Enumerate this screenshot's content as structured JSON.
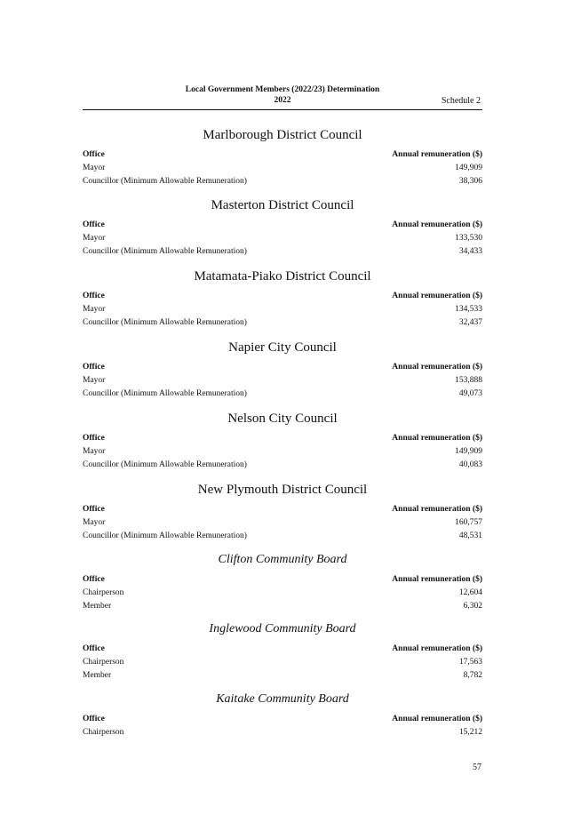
{
  "header": {
    "title_line1": "Local Government Members (2022/23) Determination",
    "title_line2": "2022",
    "schedule": "Schedule 2"
  },
  "sections": [
    {
      "title": "Marlborough District Council",
      "office_header": "Office",
      "remuneration_header": "Annual remuneration ($)",
      "rows": [
        {
          "office": "Mayor",
          "amount": "149,909"
        },
        {
          "office": "Councillor (Minimum Allowable Remuneration)",
          "amount": "38,306"
        }
      ]
    },
    {
      "title": "Masterton District Council",
      "office_header": "Office",
      "remuneration_header": "Annual remuneration ($)",
      "rows": [
        {
          "office": "Mayor",
          "amount": "133,530"
        },
        {
          "office": "Councillor (Minimum Allowable Remuneration)",
          "amount": "34,433"
        }
      ]
    },
    {
      "title": "Matamata-Piako District Council",
      "office_header": "Office",
      "remuneration_header": "Annual remuneration ($)",
      "rows": [
        {
          "office": "Mayor",
          "amount": "134,533"
        },
        {
          "office": "Councillor (Minimum Allowable Remuneration)",
          "amount": "32,437"
        }
      ]
    },
    {
      "title": "Napier City Council",
      "office_header": "Office",
      "remuneration_header": "Annual remuneration ($)",
      "rows": [
        {
          "office": "Mayor",
          "amount": "153,888"
        },
        {
          "office": "Councillor (Minimum Allowable Remuneration)",
          "amount": "49,073"
        }
      ]
    },
    {
      "title": "Nelson City Council",
      "office_header": "Office",
      "remuneration_header": "Annual remuneration ($)",
      "rows": [
        {
          "office": "Mayor",
          "amount": "149,909"
        },
        {
          "office": "Councillor (Minimum Allowable Remuneration)",
          "amount": "40,083"
        }
      ]
    },
    {
      "title": "New Plymouth District Council",
      "office_header": "Office",
      "remuneration_header": "Annual remuneration ($)",
      "rows": [
        {
          "office": "Mayor",
          "amount": "160,757"
        },
        {
          "office": "Councillor (Minimum Allowable Remuneration)",
          "amount": "48,531"
        }
      ]
    },
    {
      "title": "Clifton Community Board",
      "office_header": "Office",
      "remuneration_header": "Annual remuneration ($)",
      "rows": [
        {
          "office": "Chairperson",
          "amount": "12,604"
        },
        {
          "office": "Member",
          "amount": "6,302"
        }
      ]
    },
    {
      "title": "Inglewood Community Board",
      "office_header": "Office",
      "remuneration_header": "Annual remuneration ($)",
      "rows": [
        {
          "office": "Chairperson",
          "amount": "17,563"
        },
        {
          "office": "Member",
          "amount": "8,782"
        }
      ]
    },
    {
      "title": "Kaitake Community Board",
      "office_header": "Office",
      "remuneration_header": "Annual remuneration ($)",
      "rows": [
        {
          "office": "Chairperson",
          "amount": "15,212"
        }
      ]
    }
  ],
  "page_number": "57"
}
